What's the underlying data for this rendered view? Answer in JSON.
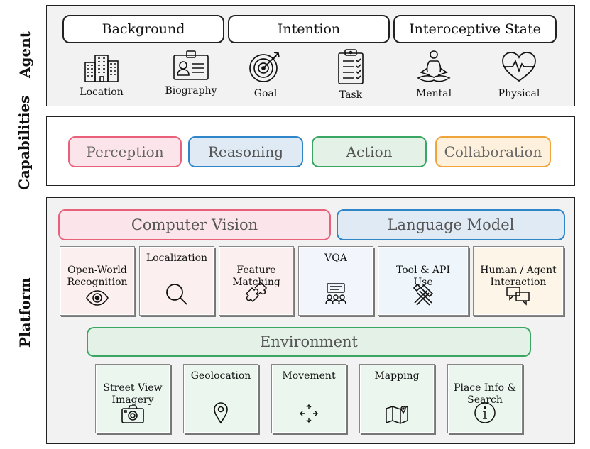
{
  "sections": {
    "agent": "Agent",
    "capabilities": "Capabilities",
    "platform": "Platform"
  },
  "agent": {
    "categories": [
      "Background",
      "Intention",
      "Interoceptive State"
    ],
    "items": [
      {
        "label": "Location",
        "icon": "building-icon"
      },
      {
        "label": "Biography",
        "icon": "id-card-icon"
      },
      {
        "label": "Goal",
        "icon": "target-icon"
      },
      {
        "label": "Task",
        "icon": "clipboard-icon"
      },
      {
        "label": "Mental",
        "icon": "meditation-icon"
      },
      {
        "label": "Physical",
        "icon": "heartbeat-icon"
      }
    ]
  },
  "capabilities": [
    {
      "label": "Perception",
      "border": "#e8607a",
      "fill": "#fbe5ea"
    },
    {
      "label": "Reasoning",
      "border": "#2e86c8",
      "fill": "#dfeaf5"
    },
    {
      "label": "Action",
      "border": "#3aa663",
      "fill": "#e3f1e7"
    },
    {
      "label": "Collaboration",
      "border": "#f0a53a",
      "fill": "#fdf0dc"
    }
  ],
  "platform": {
    "computer_vision": "Computer Vision",
    "language_model": "Language Model",
    "model_tiles": [
      {
        "label": "Open-World\nRecognition",
        "icon": "eye-icon"
      },
      {
        "label": "Localization",
        "icon": "magnifier-icon"
      },
      {
        "label": "Feature\nMatching",
        "icon": "puzzle-icon"
      },
      {
        "label": "VQA",
        "icon": "group-chat-icon"
      },
      {
        "label": "Tool & API\nUse",
        "icon": "tools-icon"
      },
      {
        "label": "Human / Agent\nInteraction",
        "icon": "speech-bubbles-icon"
      }
    ],
    "environment": "Environment",
    "env_tiles": [
      {
        "label": "Street View\nImagery",
        "icon": "camera-icon"
      },
      {
        "label": "Geolocation",
        "icon": "map-pin-icon"
      },
      {
        "label": "Movement",
        "icon": "move-arrows-icon"
      },
      {
        "label": "Mapping",
        "icon": "folded-map-icon"
      },
      {
        "label": "Place Info &\nSearch",
        "icon": "info-icon"
      }
    ]
  },
  "colors": {
    "cv_border": "#e8607a",
    "cv_fill": "#fbe5ea",
    "lm_border": "#2e86c8",
    "lm_fill": "#dfeaf5",
    "env_border": "#3aa663",
    "env_fill": "#e3f1e7"
  }
}
